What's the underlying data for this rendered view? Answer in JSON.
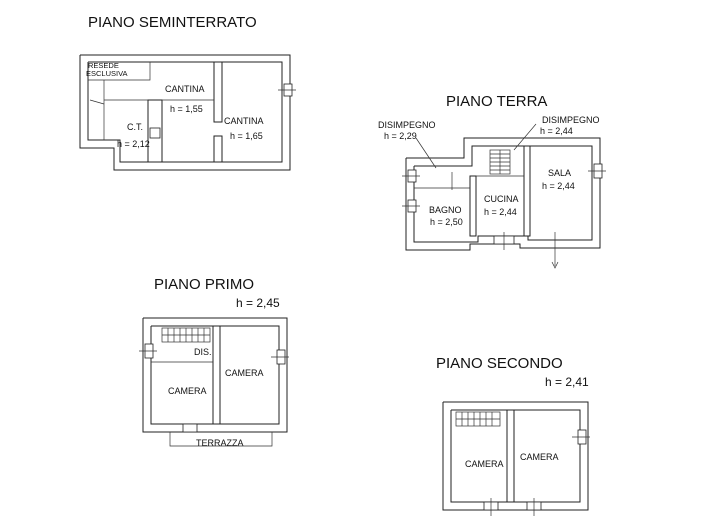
{
  "floors": {
    "seminterrato": {
      "title": "PIANO SEMINTERRATO",
      "resede_line1": "RESEDE",
      "resede_line2": "ESCLUSIVA",
      "cantina1": "CANTINA",
      "cantina1_h": "h = 1,55",
      "cantina2": "CANTINA",
      "cantina2_h": "h = 1,65",
      "ct": "C.T.",
      "ct_h": "h = 2,12"
    },
    "terra": {
      "title": "PIANO TERRA",
      "disimpegno1": "DISIMPEGNO",
      "disimpegno1_h": "h = 2,29",
      "disimpegno2": "DISIMPEGNO",
      "disimpegno2_h": "h = 2,44",
      "sala": "SALA",
      "sala_h": "h = 2,44",
      "cucina": "CUCINA",
      "cucina_h": "h = 2,44",
      "bagno": "BAGNO",
      "bagno_h": "h = 2,50"
    },
    "primo": {
      "title": "PIANO PRIMO",
      "height": "h = 2,45",
      "dis": "DIS.",
      "camera1": "CAMERA",
      "camera2": "CAMERA",
      "terrazza": "TERRAZZA"
    },
    "secondo": {
      "title": "PIANO SECONDO",
      "height": "h = 2,41",
      "camera1": "CAMERA",
      "camera2": "CAMERA"
    }
  }
}
